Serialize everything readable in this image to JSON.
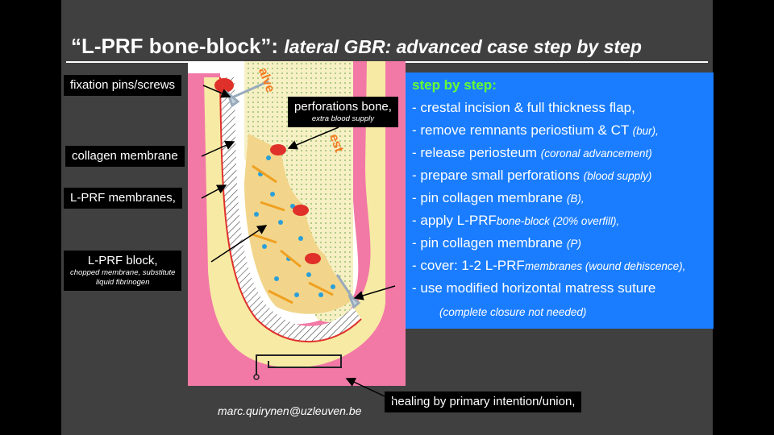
{
  "title": {
    "main": "“L-PRF bone-block”:",
    "italic": "lateral GBR: advanced case step by step"
  },
  "labels": {
    "fixation": "fixation pins/screws",
    "perforations": "perforations bone,",
    "perforations_sub": "extra blood supply",
    "collagen": "collagen membrane",
    "lprf_membranes": "L-PRF membranes,",
    "lprf_block": "L-PRF block,",
    "lprf_block_sub1": "chopped membrane, substitute",
    "lprf_block_sub2": "liquid fibrinogen",
    "healing": "healing by primary intention/union,"
  },
  "illustration": {
    "alveolar_text_top": "alve",
    "alveolar_text_bottom": "est"
  },
  "steps": {
    "heading": "step by step:",
    "items": [
      {
        "text": "- crestal incision & full thickness flap,",
        "note": ""
      },
      {
        "text": "- remove remnants periostium & CT",
        "note": "(bur),"
      },
      {
        "text": "- release periosteum",
        "note": "(coronal advancement)"
      },
      {
        "text": "- prepare small perforations",
        "note": "(blood supply)"
      },
      {
        "text": "- pin collagen membrane",
        "note": "(B),"
      },
      {
        "text": "- apply L-PRF",
        "note": "bone-block (20% overfill),"
      },
      {
        "text": "- pin collagen membrane",
        "note": "(P)"
      },
      {
        "text": "- cover: 1-2 L-PRF",
        "note": "membranes (wound dehiscence),"
      },
      {
        "text": "- use modified horizontal matress suture",
        "note": ""
      }
    ],
    "footer": "(complete closure not needed)"
  },
  "email": "marc.quirynen@uzleuven.be",
  "colors": {
    "slide_bg": "#404040",
    "steps_bg": "#1a7dff",
    "heading_green": "#66ff33",
    "gum_pink": "#f279a6",
    "bone_yellow": "#f7eaa4",
    "orange_accent": "#f47b20"
  }
}
